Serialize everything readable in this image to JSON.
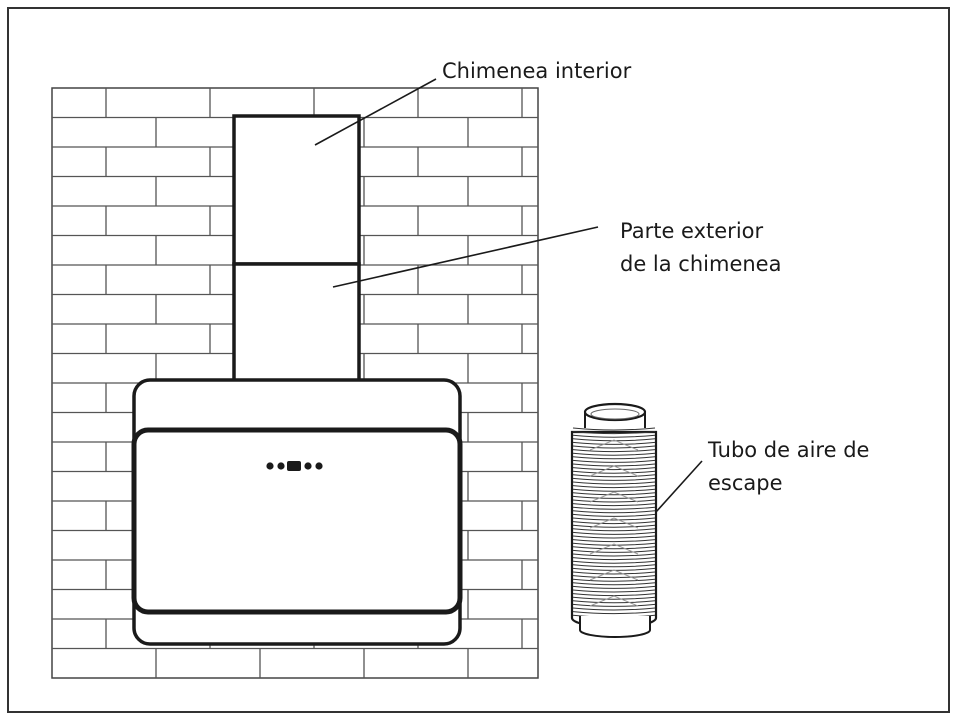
{
  "labels": {
    "inner_chimney": "Chimenea interior",
    "outer_chimney_line1": "Parte exterior",
    "outer_chimney_line2": "de la chimenea",
    "exhaust_pipe_line1": "Tubo de aire de",
    "exhaust_pipe_line2": "escape"
  },
  "colors": {
    "line": "#1a1a1a",
    "brick_line": "#444444",
    "frame": "#333333",
    "background": "#ffffff"
  }
}
